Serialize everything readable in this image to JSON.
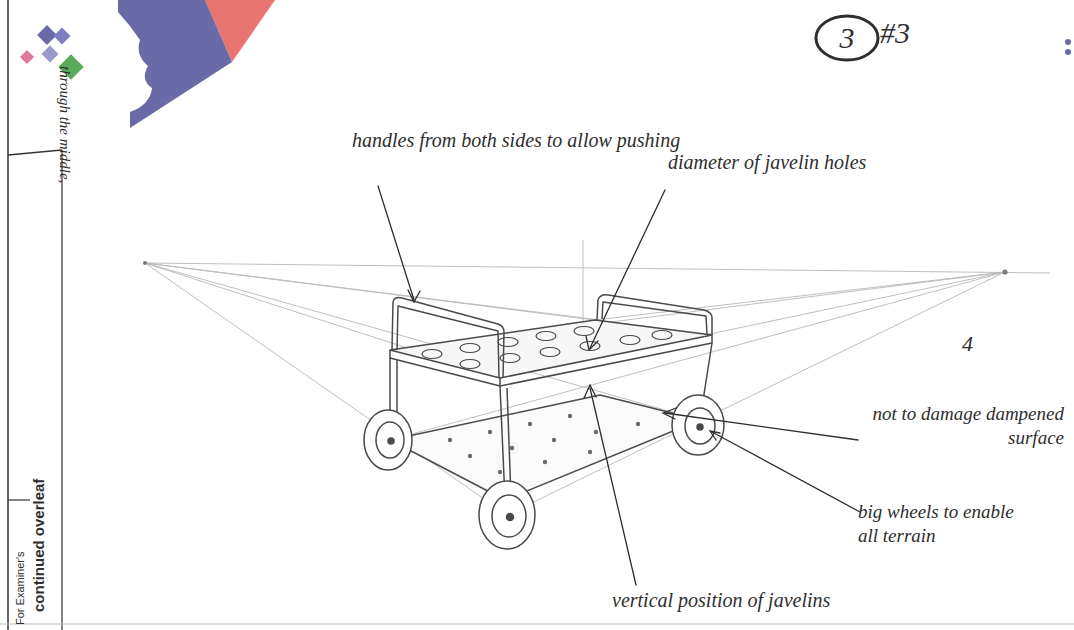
{
  "diagram": {
    "nodes": [
      {
        "text": [
          "3"
        ]
      }
    ],
    "labels": [
      "#3",
      "through the middle,",
      "handles from both sides to allow pushing",
      "diameter of javelin holes",
      "4",
      "not to damage dampened surface",
      "big wheels to enable all terrain",
      "vertical position of javelins",
      "continued overleaf",
      "For Examiner's"
    ]
  }
}
